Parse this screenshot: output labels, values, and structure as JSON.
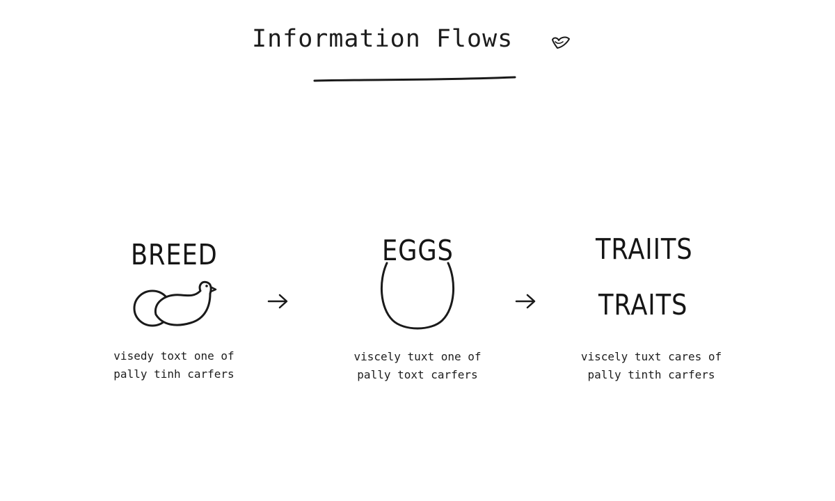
{
  "title": "Information Flows",
  "stages": [
    {
      "heading": "BREED",
      "icon": "hen-and-egg-icon",
      "description_line1": "visedy toxt one of",
      "description_line2": "pally tinh carfers"
    },
    {
      "heading": "EGGS",
      "icon": "egg-icon",
      "description_line1": "viscely tuxt one of",
      "description_line2": "pally toxt carfers"
    },
    {
      "heading": "TRAIITS",
      "subheading": "TRAITS",
      "description_line1": "viscely tuxt cares of",
      "description_line2": "pally tinth carfers"
    }
  ],
  "arrows": [
    "arrow-right-icon",
    "arrow-right-icon"
  ],
  "decoration": "heart-doodle-icon",
  "colors": {
    "ink": "#1a1a1a",
    "background": "#ffffff"
  }
}
